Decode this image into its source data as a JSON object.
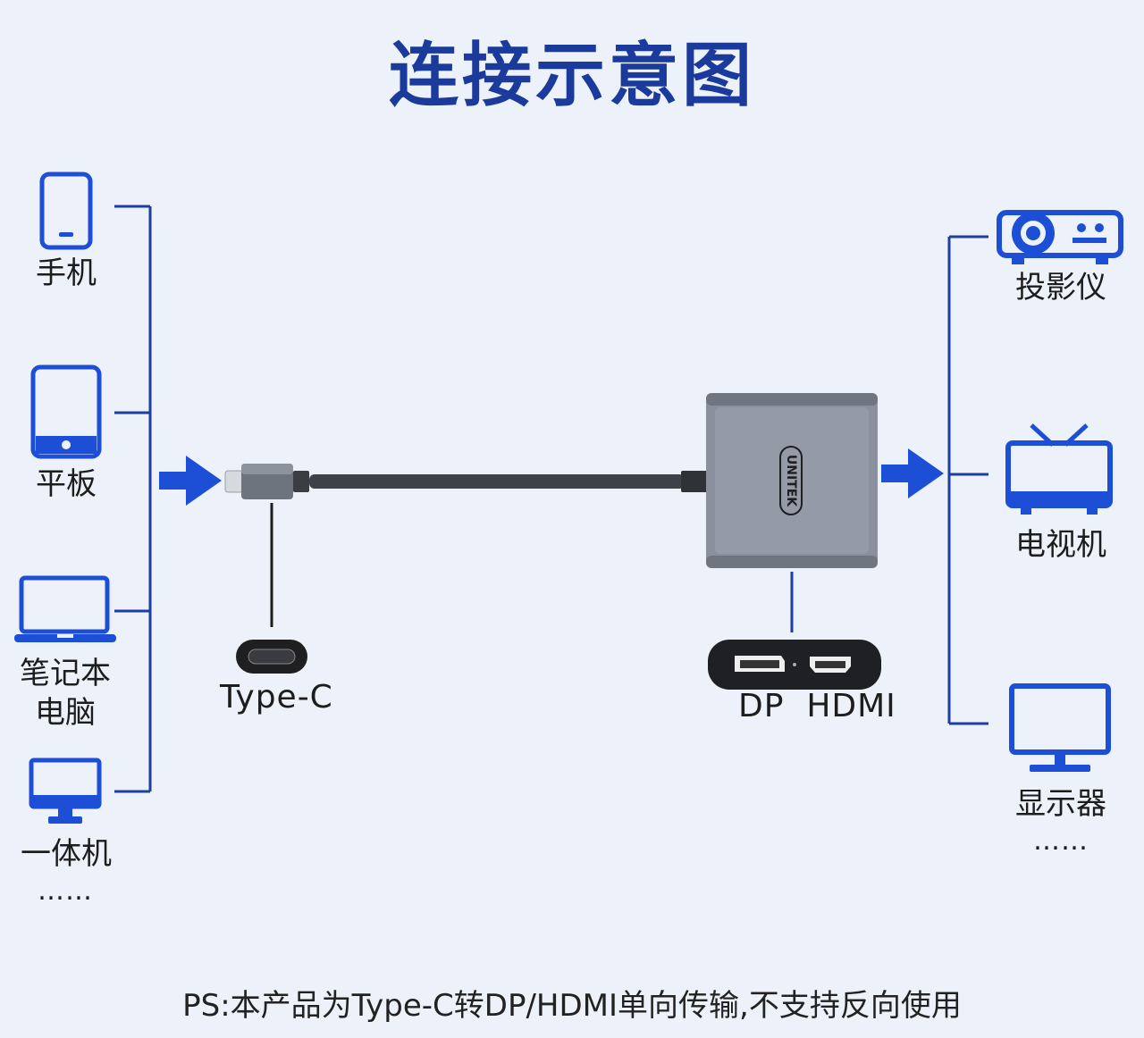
{
  "title": "连接示意图",
  "sources": [
    {
      "label": "手机",
      "icon": "phone-icon"
    },
    {
      "label": "平板",
      "icon": "tablet-icon"
    },
    {
      "label": "笔记本\n电脑",
      "icon": "laptop-icon"
    },
    {
      "label": "一体机",
      "icon": "all-in-one-pc-icon"
    }
  ],
  "sources_more": "……",
  "targets": [
    {
      "label": "投影仪",
      "icon": "projector-icon"
    },
    {
      "label": "电视机",
      "icon": "tv-icon"
    },
    {
      "label": "显示器",
      "icon": "monitor-icon"
    }
  ],
  "targets_more": "……",
  "input_port_label": "Type-C",
  "output_port_label": "DP  HDMI",
  "brand": "UNITEK",
  "footnote": "PS:本产品为Type-C转DP/HDMI单向传输,不支持反向使用",
  "colors": {
    "accent": "#1d4fd6",
    "title": "#1a3a9c",
    "background": "#edf1f9",
    "adapter": "#8a919c"
  }
}
